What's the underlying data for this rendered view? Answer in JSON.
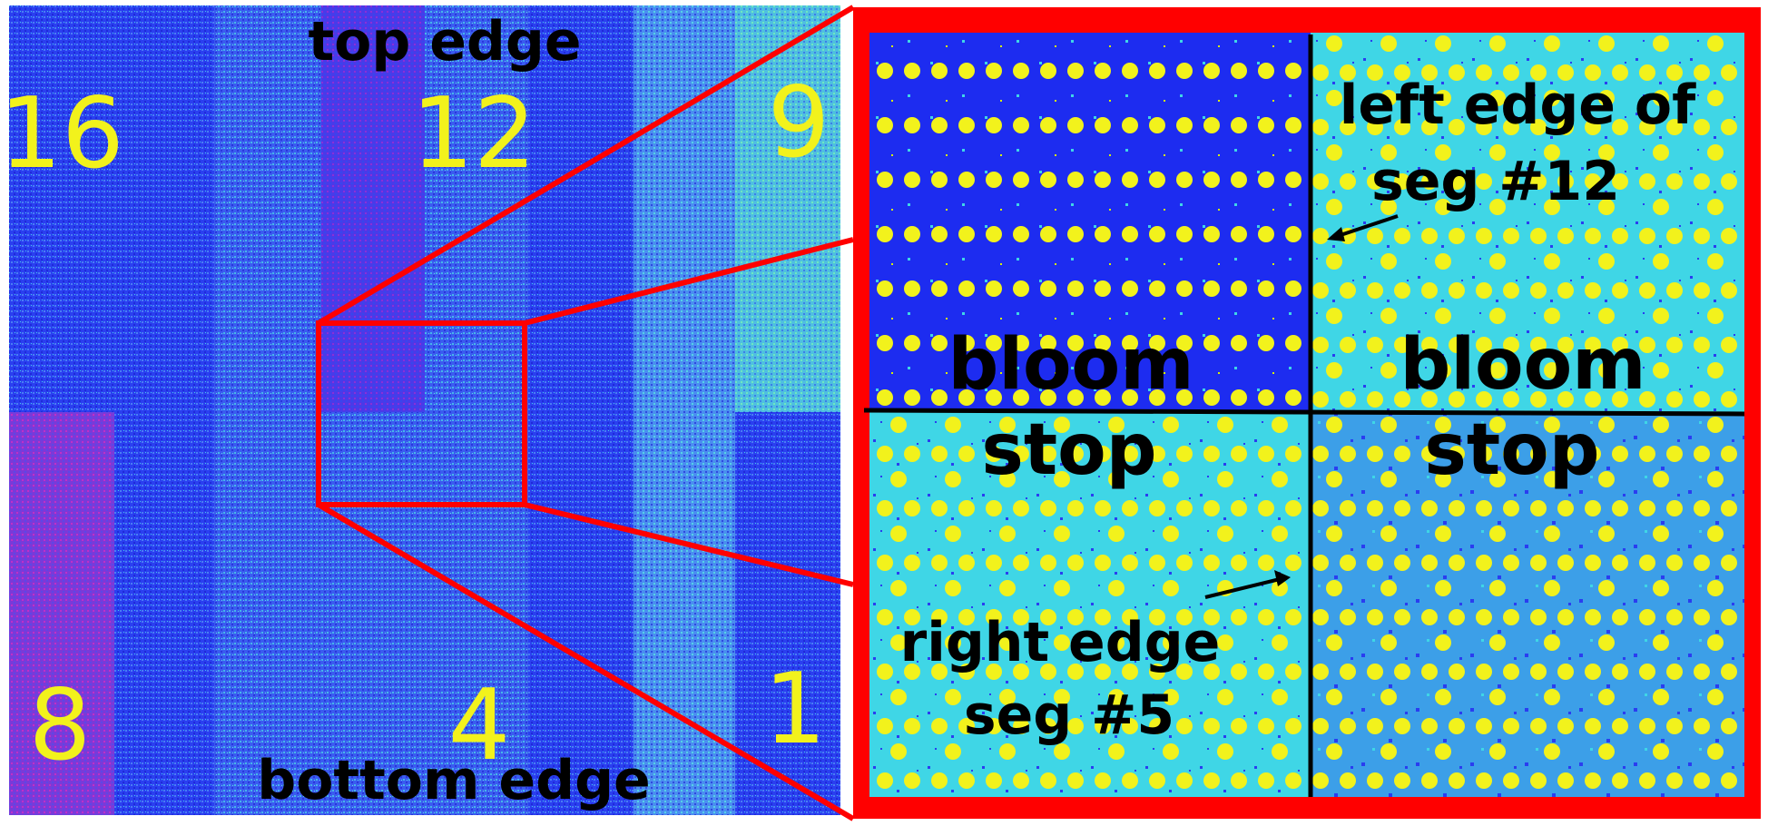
{
  "overview": {
    "top_label": "top edge",
    "bottom_label": "bottom edge",
    "segments": [
      {
        "label": "16"
      },
      {
        "label": "12"
      },
      {
        "label": "9"
      },
      {
        "label": "8"
      },
      {
        "label": "4"
      },
      {
        "label": "1"
      }
    ]
  },
  "zoom": {
    "upper_left_label": "bloom",
    "upper_right_label": "bloom",
    "lower_left_label": "stop",
    "lower_right_label": "stop",
    "annotation_top": [
      "left edge of",
      "seg #12"
    ],
    "annotation_bottom": [
      "right edge",
      "seg #5"
    ]
  },
  "colors": {
    "highlight": "#ff0000",
    "segment_number": "#f2f21c",
    "dot": "#f2f21c",
    "blue_background": "#2a3df0",
    "cyan_background": "#3fd6e6"
  }
}
